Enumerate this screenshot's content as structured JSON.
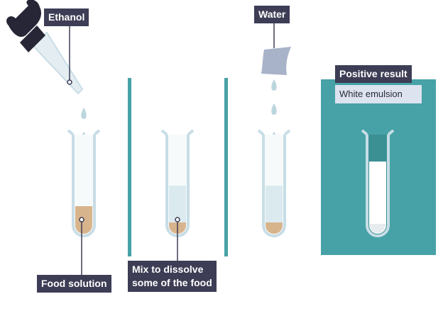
{
  "labels": {
    "ethanol": "Ethanol",
    "water": "Water",
    "food_solution": "Food solution",
    "mix_line1": "Mix to dissolve",
    "mix_line2": "some of the food",
    "positive_result": "Positive result",
    "white_emulsion": "White emulsion"
  },
  "colors": {
    "teal": "#46a2a6",
    "label_bg": "#3d3d55",
    "sub_label_bg": "#dde3ef",
    "glass": "#c8dde6",
    "drop": "#bcd6de",
    "food": "#d8b48c",
    "water_liquid": "#dbeaee",
    "emulsion": "#ffffff",
    "pipette_bulb": "#262636"
  }
}
